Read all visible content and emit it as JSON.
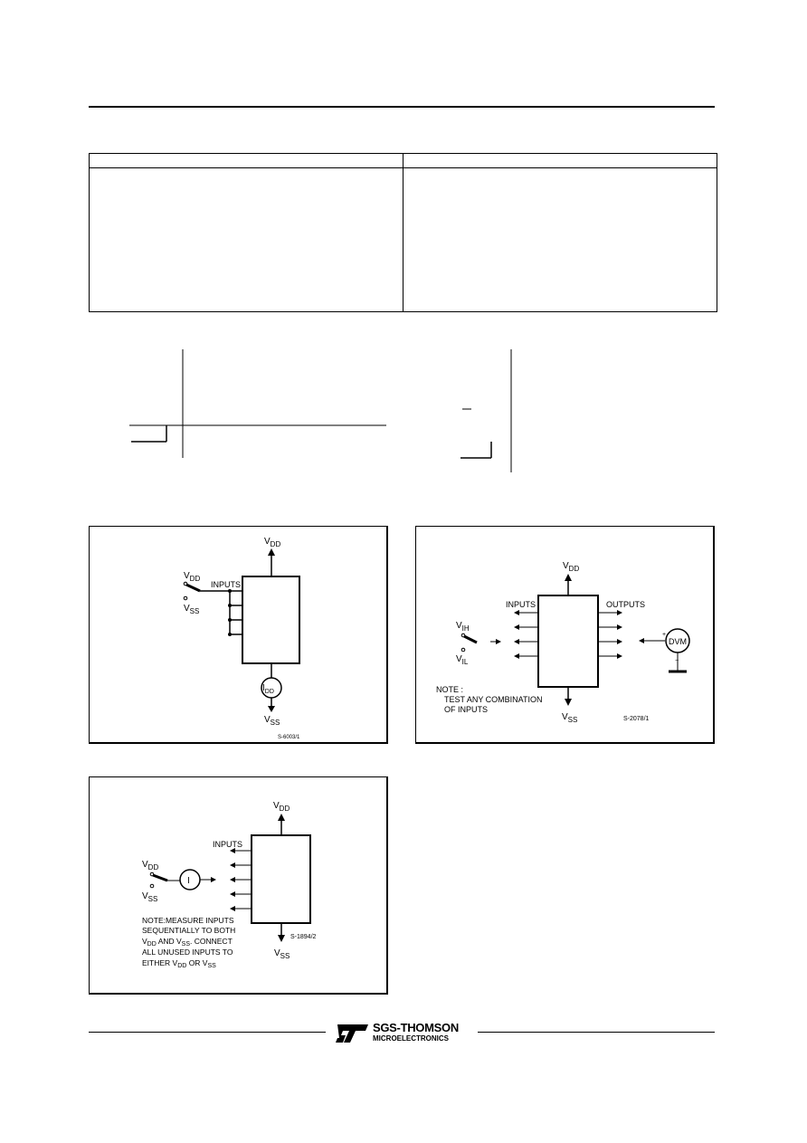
{
  "figures": {
    "idd": {
      "vdd": "V",
      "vdd_sub": "DD",
      "sw_vdd": "V",
      "sw_vdd_sub": "DD",
      "sw_vss": "V",
      "sw_vss_sub": "SS",
      "inputs": "INPUTS",
      "meter": "I",
      "meter_sub": "DD",
      "vss": "V",
      "vss_sub": "SS",
      "code": "S-6003/1"
    },
    "voltage": {
      "vdd": "V",
      "vdd_sub": "DD",
      "inputs": "INPUTS",
      "outputs": "OUTPUTS",
      "vih": "V",
      "vih_sub": "IH",
      "vil": "V",
      "vil_sub": "IL",
      "meter": "DVM",
      "note1": "NOTE :",
      "note2": "TEST  ANY COMBINATION",
      "note3": "OF   INPUTS",
      "vss": "V",
      "vss_sub": "SS",
      "code": "S-2078/1"
    },
    "leakage": {
      "vdd": "V",
      "vdd_sub": "DD",
      "inputs": "INPUTS",
      "sw_vdd": "V",
      "sw_vdd_sub": "DD",
      "sw_vss": "V",
      "sw_vss_sub": "SS",
      "meter": "I",
      "note1": "NOTE:MEASURE INPUTS",
      "note2": "SEQUENTIALLY TO BOTH",
      "note3a": "V",
      "note3a_sub": "DD",
      "note3b": " AND V",
      "note3b_sub": "SS",
      "note3c": ". CONNECT",
      "note4": "ALL UNUSED INPUTS TO",
      "note5a": "EITHER V",
      "note5a_sub": "DD",
      "note5b": " OR V",
      "note5b_sub": "SS",
      "code": "S-1894/2",
      "vss": "V",
      "vss_sub": "SS"
    }
  },
  "footer": {
    "company": "SGS-THOMSON",
    "division": "MICROELECTRONICS"
  }
}
